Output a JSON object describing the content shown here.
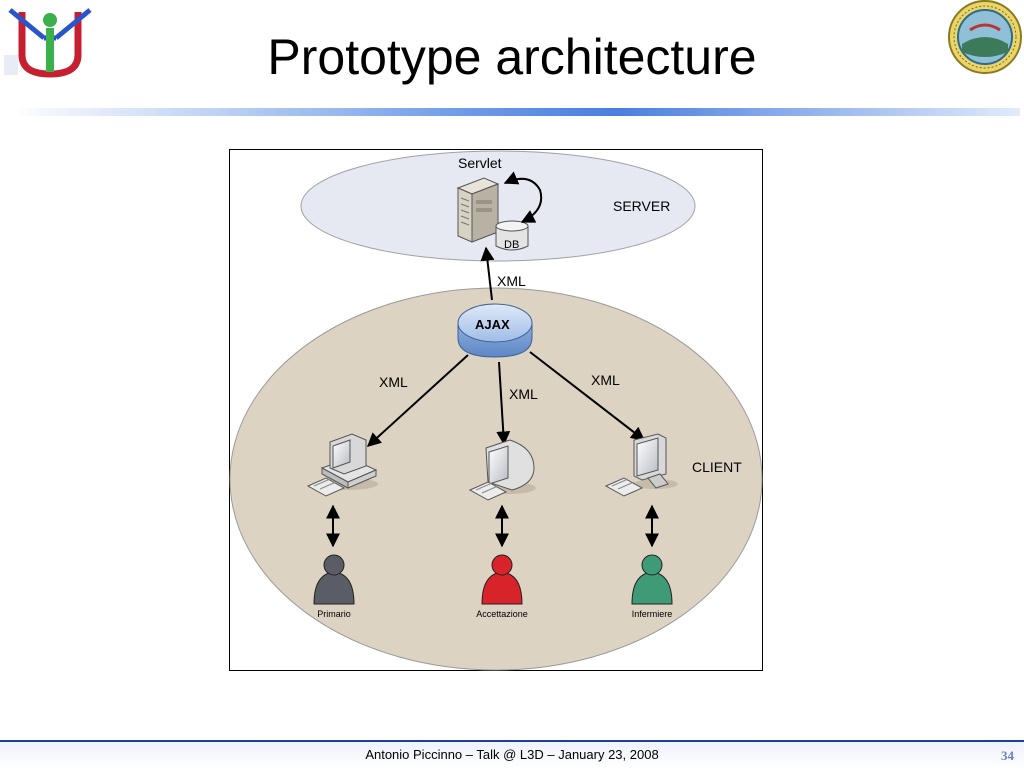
{
  "slide": {
    "title": "Prototype architecture",
    "footer": "Antonio Piccinno –  Talk @ L3D – January 23, 2008",
    "page_number": "34"
  },
  "diagram": {
    "server": {
      "label": "SERVER",
      "servlet_label": "Servlet",
      "db_label": "DB",
      "fill_color": "#e6e8f2"
    },
    "client": {
      "label": "CLIENT",
      "fill_color": "#ddd3c2"
    },
    "ajax_label": "AJAX",
    "edges": {
      "ajax_server": "XML",
      "to_primario": "XML",
      "to_accettazione": "XML",
      "to_infermiere": "XML"
    },
    "users": [
      {
        "label": "Primario",
        "color": "#5a5d66"
      },
      {
        "label": "Accettazione",
        "color": "#d8232a"
      },
      {
        "label": "Infermiere",
        "color": "#3f9a76"
      }
    ]
  }
}
